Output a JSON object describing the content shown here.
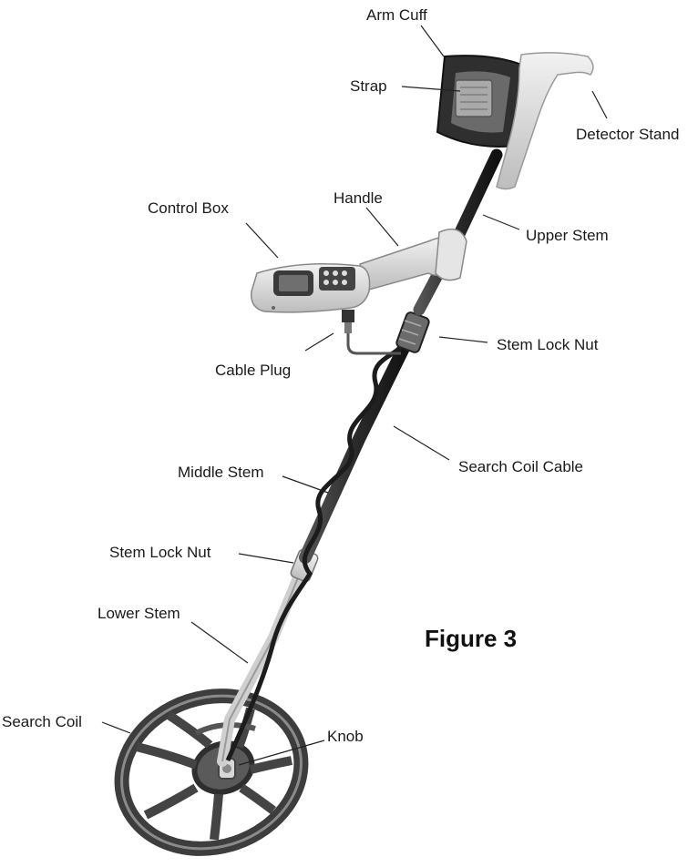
{
  "figure": {
    "title": "Figure 3"
  },
  "labels": {
    "arm_cuff": "Arm Cuff",
    "strap": "Strap",
    "detector_stand": "Detector Stand",
    "control_box": "Control Box",
    "handle": "Handle",
    "upper_stem": "Upper Stem",
    "stem_lock_nut_upper": "Stem Lock Nut",
    "cable_plug": "Cable Plug",
    "search_coil_cable": "Search Coil Cable",
    "middle_stem": "Middle Stem",
    "stem_lock_nut_lower": "Stem Lock Nut",
    "lower_stem": "Lower Stem",
    "search_coil": "Search Coil",
    "knob": "Knob"
  }
}
